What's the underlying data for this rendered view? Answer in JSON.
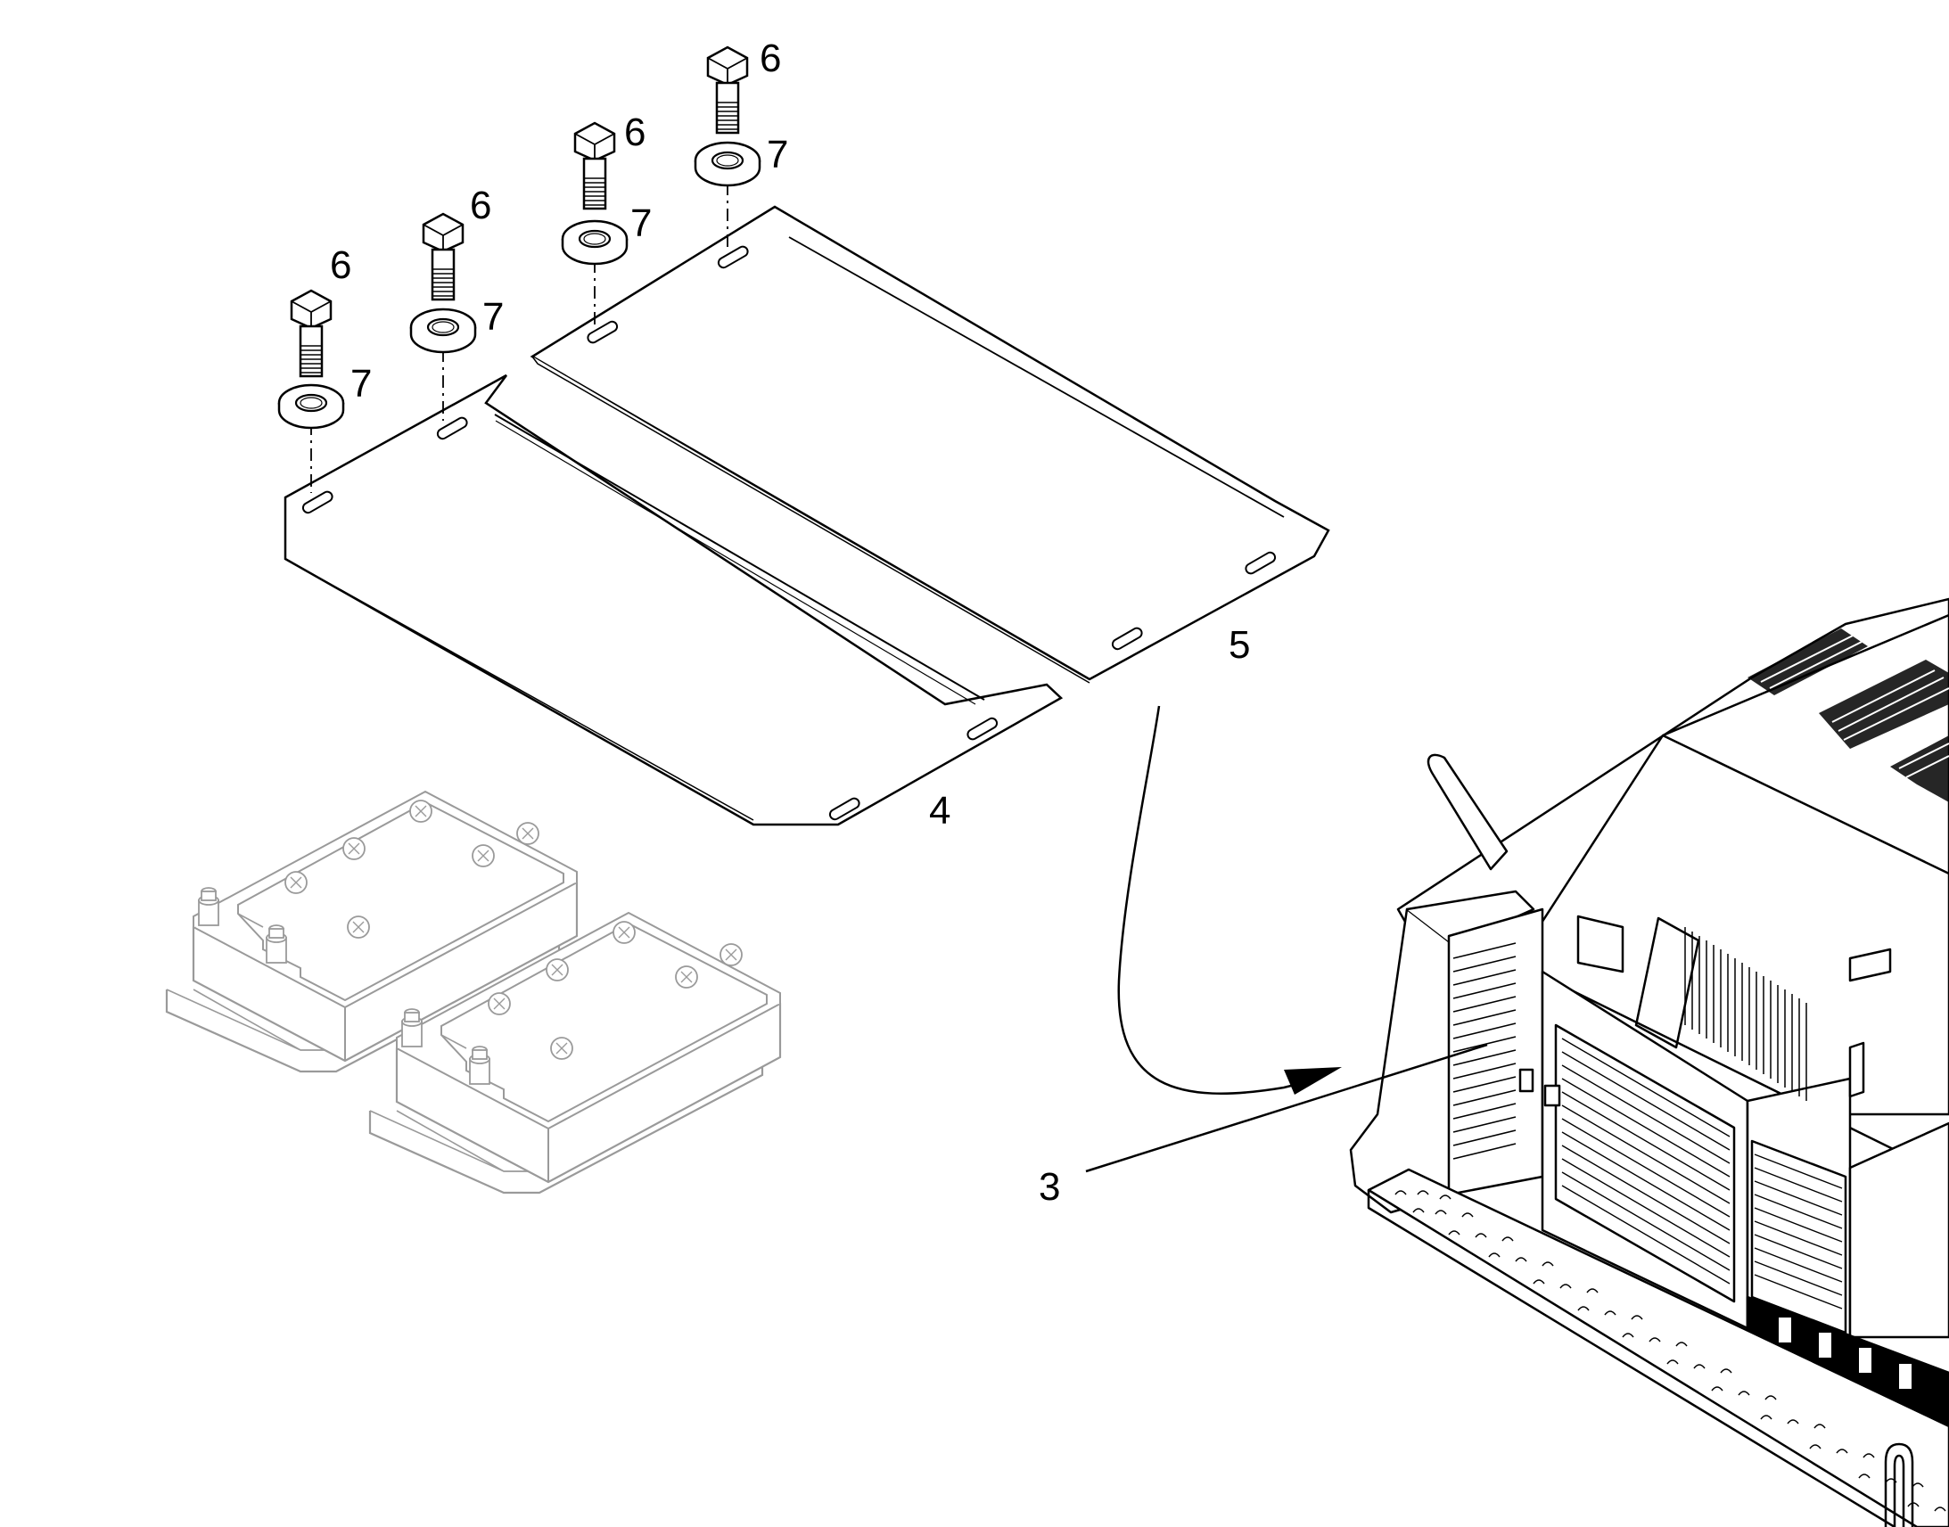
{
  "callouts": {
    "c3": "3",
    "c4": "4",
    "c5": "5",
    "c6a": "6",
    "c6b": "6",
    "c6c": "6",
    "c6d": "6",
    "c7a": "7",
    "c7b": "7",
    "c7c": "7",
    "c7d": "7"
  },
  "colors": {
    "line": "#000000",
    "battery": "#9a9a9a",
    "background": "#ffffff"
  }
}
